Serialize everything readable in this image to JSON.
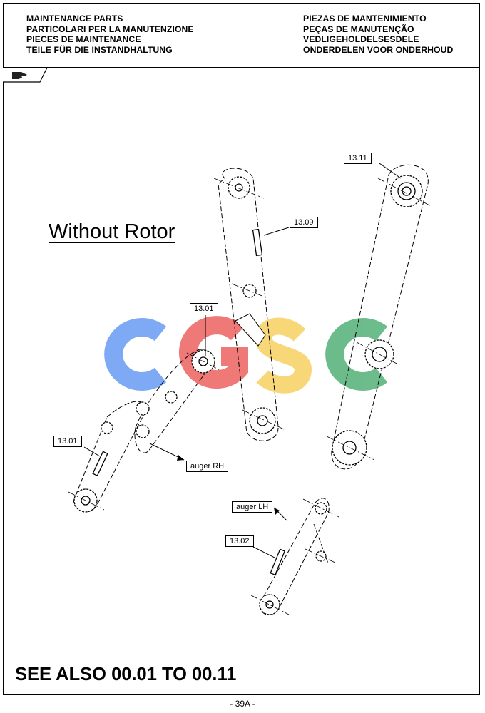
{
  "header": {
    "left_lines": [
      "MAINTENANCE PARTS",
      "PARTICOLARI PER LA MANUTENZIONE",
      "PIECES DE MAINTENANCE",
      "TEILE FÜR DIE INSTANDHALTUNG"
    ],
    "right_lines": [
      "PIEZAS DE MANTENIMIENTO",
      "PEÇAS DE MANUTENÇÃO",
      "VEDLIGEHOLDELSESDELE",
      "ONDERDELEN VOOR ONDERHOUD"
    ]
  },
  "tab_icon": "hand-pointer-icon",
  "diagram": {
    "note": "Without Rotor",
    "callouts": {
      "c1311": "13.11",
      "c1309": "13.09",
      "c1301a": "13.01",
      "c1301b": "13.01",
      "auger_rh": "auger RH",
      "auger_lh": "auger LH",
      "c1302": "13.02"
    },
    "watermark": {
      "letters": [
        "C",
        "G",
        "S",
        "C"
      ],
      "colors": [
        "#6FA0F5",
        "#EE6B68",
        "#F8D36A",
        "#5DB57F"
      ]
    }
  },
  "footer": {
    "see_also": "SEE ALSO 00.01 TO 00.11",
    "page": "- 39A -"
  }
}
